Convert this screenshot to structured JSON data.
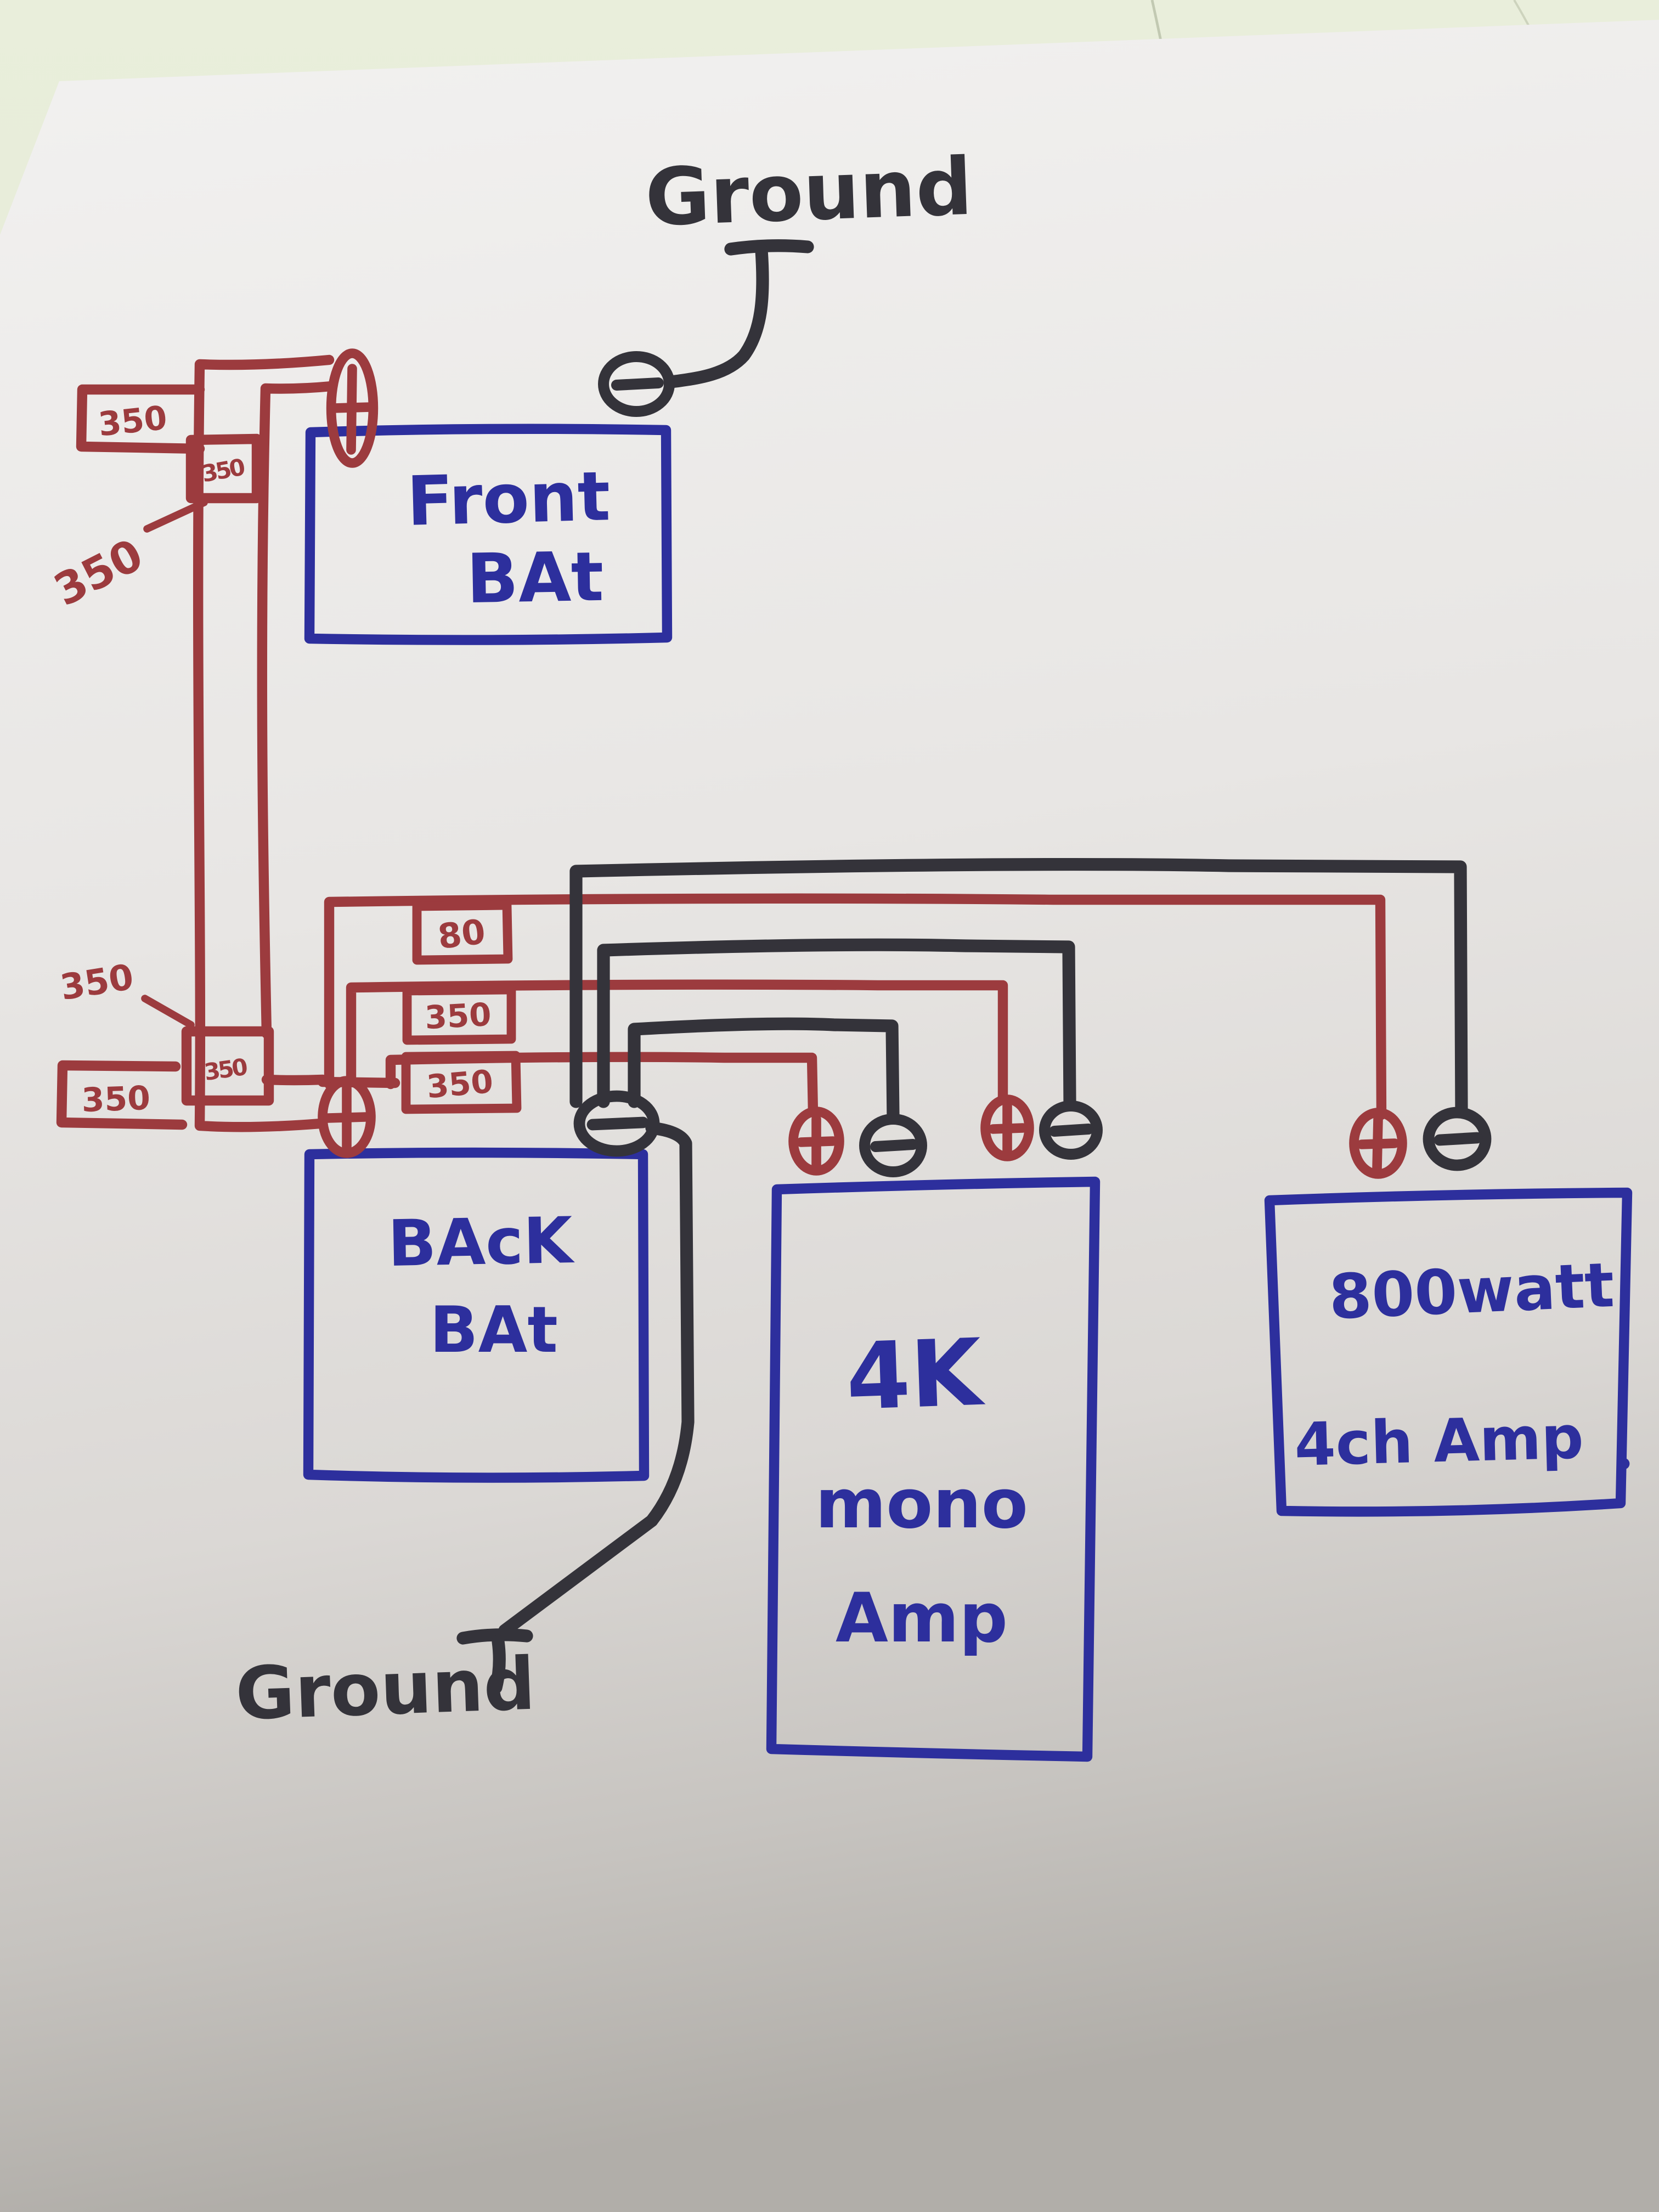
{
  "scene": {
    "description": "Photograph of a hand-drawn car audio wiring diagram on white paper",
    "colors": {
      "table": "#e4e9d7",
      "paper_top": "#f2f1f0",
      "paper_mid": "#e6e4e2",
      "paper_shadow": "#b1aea9",
      "marker_red": "#9c3b3e",
      "marker_black": "#34333a",
      "marker_blue": "#2d2f9d"
    }
  },
  "labels": {
    "ground_top": "Ground",
    "ground_bottom": "Ground",
    "front_battery": {
      "line1": "Front",
      "line2": "BAt"
    },
    "back_battery": {
      "line1": "BAcK",
      "line2": "BAt"
    },
    "mono_amp": {
      "line1": "4K",
      "line2": "mono",
      "line3": "Amp"
    },
    "four_channel_amp": {
      "line1": "800watt",
      "line2": "4ch Amp"
    },
    "fuse_values": {
      "front_feed_boxed": "350",
      "front_feed_inline": "350",
      "front_feed_note": "350",
      "back_feed_note": "350",
      "back_feed_inline": "350",
      "back_feed_boxed": "350",
      "amp_800_fuse": "80",
      "amp_4k_fuse_a": "350",
      "amp_4k_fuse_b": "350"
    }
  },
  "icons": {
    "positive_terminal": "plus-in-oval",
    "negative_terminal": "minus-in-oval"
  }
}
